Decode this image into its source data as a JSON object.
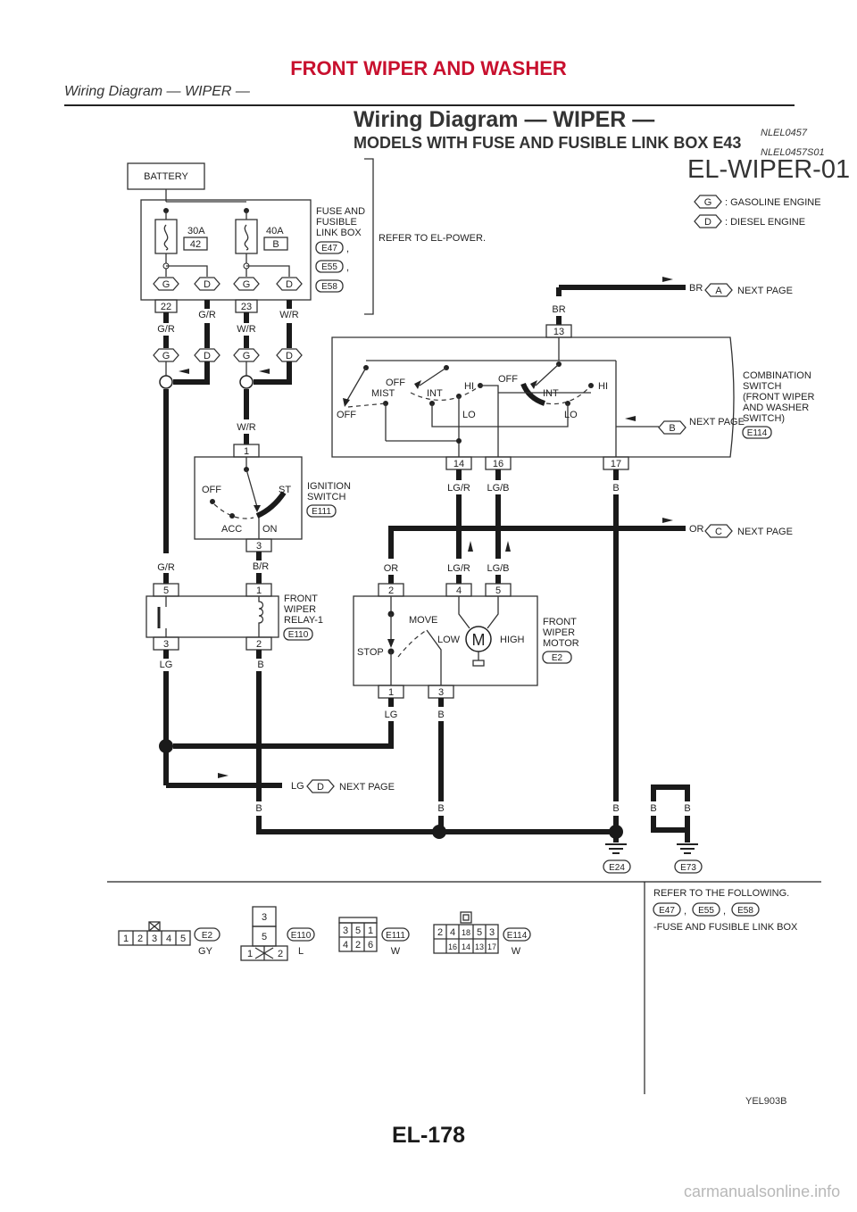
{
  "header": {
    "title": "FRONT WIPER AND WASHER",
    "subtitle": "Wiring Diagram — WIPER —"
  },
  "section": {
    "title": "Wiring Diagram — WIPER —",
    "ref": "NLEL0457",
    "subtitle": "MODELS WITH FUSE AND FUSIBLE LINK BOX E43",
    "subref": "NLEL0457S01"
  },
  "diagram": {
    "id": "EL-WIPER-01",
    "legend": [
      {
        "code": "G",
        "label": ": GASOLINE ENGINE"
      },
      {
        "code": "D",
        "label": ": DIESEL ENGINE"
      }
    ],
    "battery": "BATTERY",
    "fuse_box": {
      "label": [
        "FUSE AND",
        "FUSIBLE",
        "LINK BOX"
      ],
      "connectors": [
        "E47",
        "E55",
        "E58"
      ],
      "fuse1_rating": "30A",
      "fuse1_no": "42",
      "fuse2_rating": "40A",
      "fuse2_no": "B",
      "terminal_a": "22",
      "terminal_b": "23",
      "refer": "REFER TO EL-POWER."
    },
    "combination_switch": {
      "label": [
        "COMBINATION",
        "SWITCH",
        "(FRONT WIPER",
        "AND WASHER",
        "SWITCH)"
      ],
      "connector": "E114",
      "positions_left": [
        "OFF",
        "MIST",
        "OFF",
        "INT",
        "HI",
        "LO"
      ],
      "positions_right": [
        "OFF",
        "INT",
        "HI",
        "LO"
      ],
      "terminals": [
        "13",
        "14",
        "16",
        "17"
      ]
    },
    "ignition_switch": {
      "label": [
        "IGNITION",
        "SWITCH"
      ],
      "connector": "E111",
      "positions": [
        "OFF",
        "ST",
        "ACC",
        "ON"
      ],
      "terminals": [
        "1",
        "3"
      ]
    },
    "relay": {
      "label": [
        "FRONT",
        "WIPER",
        "RELAY-1"
      ],
      "connector": "E110",
      "terminals": [
        "5",
        "1",
        "3",
        "2"
      ]
    },
    "motor": {
      "label": [
        "FRONT",
        "WIPER",
        "MOTOR"
      ],
      "connector": "E2",
      "symbol": "M",
      "positions": [
        "MOVE",
        "STOP",
        "LOW",
        "HIGH"
      ],
      "terminals": [
        "2",
        "4",
        "5",
        "1",
        "3"
      ]
    },
    "next_page": [
      {
        "wire": "BR",
        "code": "A",
        "label": "NEXT PAGE"
      },
      {
        "code": "B",
        "label": "NEXT PAGE"
      },
      {
        "wire": "OR",
        "code": "C",
        "label": "NEXT PAGE"
      },
      {
        "wire": "LG",
        "code": "D",
        "label": "NEXT PAGE"
      }
    ],
    "wires": {
      "gr": "G/R",
      "wr": "W/R",
      "br": "BR",
      "lgr": "LG/R",
      "lgb": "LG/B",
      "b": "B",
      "or": "OR",
      "lg": "LG",
      "b_r": "B/R"
    },
    "grounds": [
      "E24",
      "E73"
    ]
  },
  "connectors": [
    {
      "id": "E2",
      "color": "GY",
      "pins": [
        "1",
        "2",
        "3",
        "4",
        "5"
      ]
    },
    {
      "id": "E110",
      "color": "L",
      "pins": [
        "3",
        "5",
        "1",
        "2"
      ]
    },
    {
      "id": "E111",
      "color": "W",
      "pins": [
        "3",
        "5",
        "1",
        "4",
        "2",
        "6"
      ]
    },
    {
      "id": "E114",
      "color": "W",
      "pins": [
        "2",
        "4",
        "18",
        "5",
        "3",
        "16",
        "14",
        "13",
        "17"
      ]
    }
  ],
  "refer_following": {
    "title": "REFER TO THE FOLLOWING.",
    "connectors": [
      "E47",
      "E55",
      "E58"
    ],
    "sep": ",",
    "text": "-FUSE AND FUSIBLE LINK BOX"
  },
  "figure_id": "YEL903B",
  "page_number": "EL-178",
  "watermark": "carmanualsonline.info"
}
